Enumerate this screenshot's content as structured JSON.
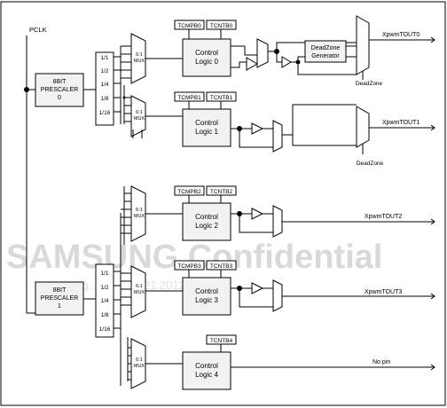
{
  "watermark": {
    "title": "SAMSUNG Confidential",
    "subtitle": "cooreg... on ... ar 21.2012. 05.07"
  },
  "clock": {
    "label": "PCLK"
  },
  "prescalers": [
    {
      "line1": "8BIT",
      "line2": "PRESCALER",
      "line3": "0"
    },
    {
      "line1": "8BIT",
      "line2": "PRESCALER",
      "line3": "1"
    }
  ],
  "dividers": [
    {
      "ratios": [
        "1/1",
        "1/2",
        "1/4",
        "1/8",
        "1/16"
      ]
    },
    {
      "ratios": [
        "1/1",
        "1/2",
        "1/4",
        "1/8",
        "1/16"
      ]
    }
  ],
  "mux_label": {
    "line1": "6:1",
    "line2": "MUX"
  },
  "control_logic": [
    {
      "line1": "Control",
      "line2": "Logic 0"
    },
    {
      "line1": "Control",
      "line2": "Logic 1"
    },
    {
      "line1": "Control",
      "line2": "Logic 2"
    },
    {
      "line1": "Control",
      "line2": "Logic 3"
    },
    {
      "line1": "Control",
      "line2": "Logic 4"
    }
  ],
  "registers": {
    "tcmp": [
      "TCMPB0",
      "TCMPB1",
      "TCMPB2",
      "TCMPB3"
    ],
    "tcnt": [
      "TCNTB0",
      "TCNTB1",
      "TCNTB2",
      "TCNTB3",
      "TCNTB4"
    ]
  },
  "deadzone_generator": {
    "line1": "DeadZone",
    "line2": "Generator"
  },
  "deadzone_labels": [
    "DeadZone",
    "DeadZone"
  ],
  "outputs": [
    "XpwmTOUT0",
    "XpwmTOUT1",
    "XpwmTOUT2",
    "XpwmTOUT3",
    "No pin"
  ]
}
